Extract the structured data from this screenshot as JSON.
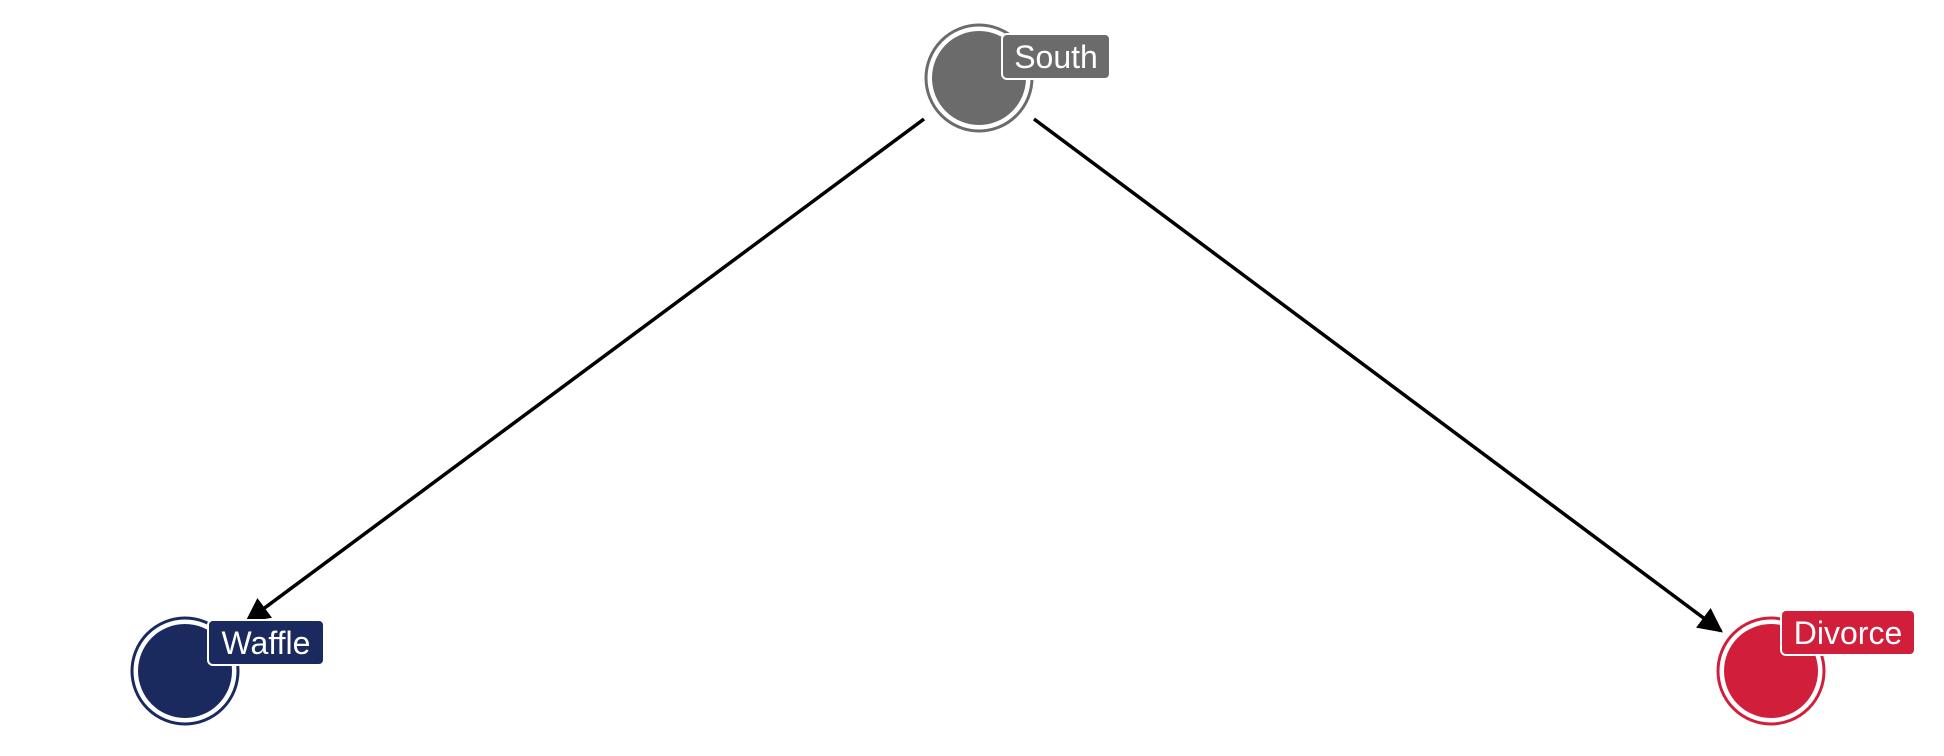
{
  "nodes": {
    "south": {
      "label": "South",
      "color": "#6b6b6b"
    },
    "waffle": {
      "label": "Waffle",
      "color": "#1a2a5e"
    },
    "divorce": {
      "label": "Divorce",
      "color": "#d11f3b"
    }
  },
  "edges": [
    {
      "from": "South",
      "to": "Waffle"
    },
    {
      "from": "South",
      "to": "Divorce"
    }
  ],
  "colors": {
    "edge": "#000000",
    "background": "#ffffff"
  }
}
